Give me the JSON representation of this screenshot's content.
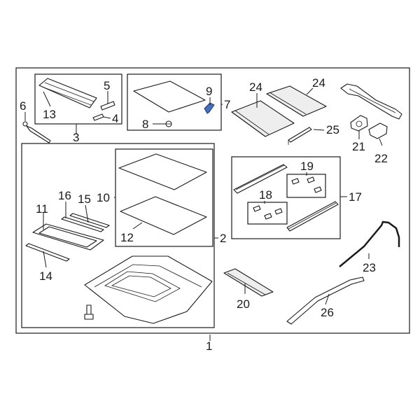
{
  "diagram": {
    "callouts": {
      "c1": "1",
      "c2": "2",
      "c3": "3",
      "c4": "4",
      "c5": "5",
      "c6": "6",
      "c7": "7",
      "c8": "8",
      "c9": "9",
      "c10": "10",
      "c11": "11",
      "c12": "12",
      "c13": "13",
      "c14": "14",
      "c15": "15",
      "c16": "16",
      "c17": "17",
      "c18": "18",
      "c19": "19",
      "c20": "20",
      "c21": "21",
      "c22": "22",
      "c23": "23",
      "c24a": "24",
      "c24b": "24",
      "c25": "25",
      "c26": "26"
    },
    "highlight_color": "#4a6fb5"
  }
}
